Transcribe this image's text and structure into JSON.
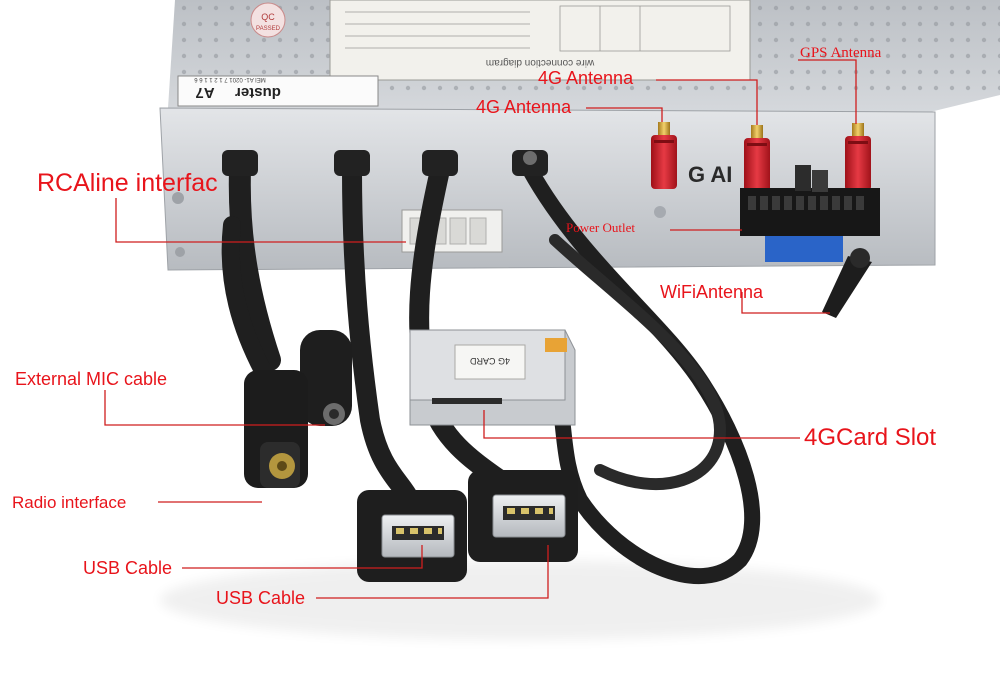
{
  "colors": {
    "callout_text": "#e8141b",
    "callout_line": "#cf1e1e",
    "metal": "#c9ccd0",
    "cable": "#1f1f1f",
    "antenna": "#d11f2a",
    "usb_shell": "#cfd2d6",
    "background": "#ffffff"
  },
  "unit": {
    "sticker_brand": "duster",
    "sticker_model": "A7",
    "sticker_serial": "MEI A1- 0201 7 1 2 1 1 6 6",
    "diagram_title": "wire connection diagram",
    "qc_badge": "QC",
    "qc_sub": "PASSED",
    "antenna_label": "G AI"
  },
  "card_module": {
    "label": "4G CARD"
  },
  "callouts": {
    "rca_line": "RCAline interfac",
    "gps_antenna": "GPS Antenna",
    "antenna_4g_a": "4G Antenna",
    "antenna_4g_b": "4G Antenna",
    "power_outlet": "Power  Outlet",
    "wifi_antenna": "WiFiAntenna",
    "external_mic": "External MIC cable",
    "card_slot": "4GCard Slot",
    "radio_interface": "Radio interface",
    "usb_cable_1": "USB Cable",
    "usb_cable_2": "USB Cable"
  },
  "icons": [
    "rca-connector-icon",
    "antenna-icon",
    "usb-port-icon",
    "wifi-antenna-icon"
  ]
}
